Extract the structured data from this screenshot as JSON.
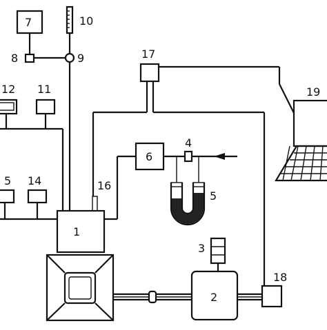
{
  "labels": {
    "n1": "1",
    "n2": "2",
    "n3": "3",
    "n4": "4",
    "n5a": "5",
    "n5b": "5",
    "n6": "6",
    "n7": "7",
    "n8": "8",
    "n9": "9",
    "n10": "10",
    "n11": "11",
    "n12": "12",
    "n14": "14",
    "n16": "16",
    "n17": "17",
    "n18": "18",
    "n19": "19"
  }
}
